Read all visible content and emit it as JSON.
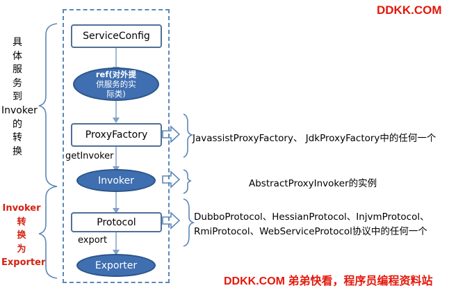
{
  "watermark_top": "DDKK.COM",
  "watermark_bottom": "DDKK.COM 弟弟快看，程序员编程资料站",
  "left_labels": {
    "top": "具\n体\n服\n务\n到\nInvoker\n的\n转\n换",
    "bottom": "Invoker\n转\n换\n为\nExporter"
  },
  "nodes": {
    "service_config": "ServiceConfig",
    "ref_line1": "ref(对外提",
    "ref_line2": "供服务的实",
    "ref_line3": "际类)",
    "proxy_factory": "ProxyFactory",
    "invoker": "Invoker",
    "protocol": "Protocol",
    "exporter": "Exporter"
  },
  "edge_labels": {
    "get_invoker": "getInvoker",
    "export": "export"
  },
  "annotations": {
    "proxy_factory": "JavassistProxyFactory、 JdkProxyFactory中的任何一个",
    "invoker": "AbstractProxyInvoker的实例",
    "protocol_line1": "DubboProtocol、HessianProtocol、InjvmProtocol、",
    "protocol_line2": "RmiProtocol、WebServiceProtocol协议中的任何一个"
  },
  "colors": {
    "brand_red": "#e3170a",
    "ellipse_fill": "#3f6fb0",
    "dashed_frame": "#5b86b8",
    "brace": "#5b86b8",
    "bottom_label": "#d42010"
  }
}
